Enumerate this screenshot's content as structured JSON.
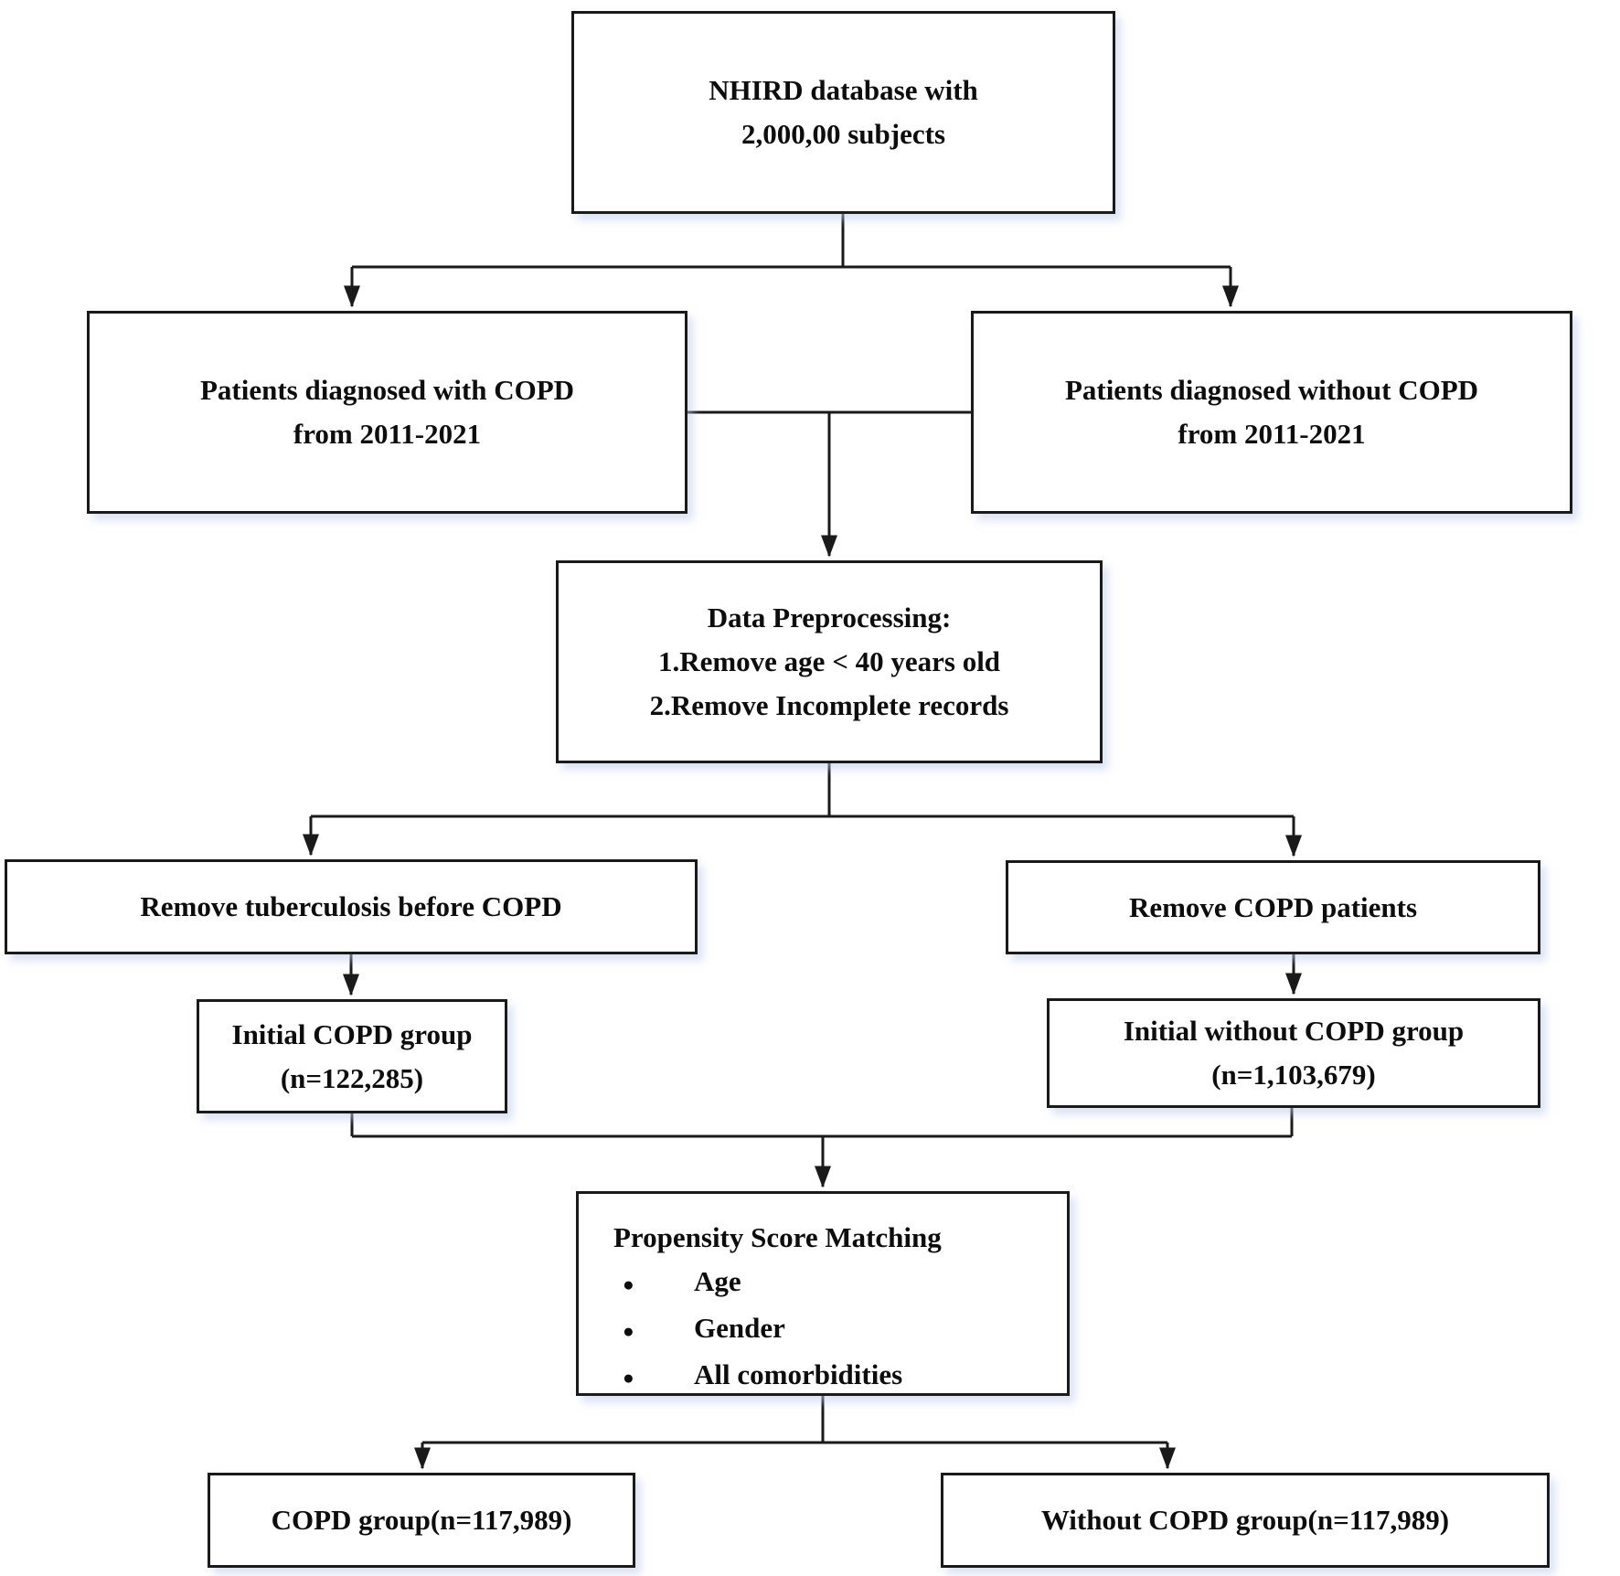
{
  "colors": {
    "line": "#1a1a1a",
    "text": "#0d0d0d",
    "box_background": "#ffffff",
    "page_background": "#ffffff"
  },
  "glyphs": {
    "bullet": "●"
  },
  "figure": {
    "type": "flowchart",
    "nodes": {
      "nhird": {
        "text": "NHIRD database with\n2,000,00 subjects"
      },
      "copd_diagnosed": {
        "text": "Patients diagnosed with COPD\nfrom 2011-2021"
      },
      "no_copd_diagnosed": {
        "text": "Patients diagnosed without COPD\nfrom 2011-2021"
      },
      "preprocessing": {
        "title": "Data Preprocessing:",
        "steps": [
          "1.Remove age < 40 years old",
          "2.Remove Incomplete records"
        ]
      },
      "remove_tb": {
        "text": "Remove tuberculosis before COPD"
      },
      "remove_copd": {
        "text": "Remove COPD patients"
      },
      "initial_copd": {
        "text": "Initial COPD group\n(n=122,285)"
      },
      "initial_no_copd": {
        "text": "Initial without COPD group\n(n=1,103,679)"
      },
      "psm": {
        "title": "Propensity Score Matching",
        "bullets": [
          "Age",
          "Gender",
          "All comorbidities"
        ]
      },
      "copd_group": {
        "text": "COPD group(n=117,989)"
      },
      "no_copd_group": {
        "text": "Without COPD group(n=117,989)"
      }
    },
    "edges": [
      {
        "from": "nhird",
        "to": "copd_diagnosed"
      },
      {
        "from": "nhird",
        "to": "no_copd_diagnosed"
      },
      {
        "from": "copd_diagnosed",
        "to": "preprocessing"
      },
      {
        "from": "no_copd_diagnosed",
        "to": "preprocessing"
      },
      {
        "from": "preprocessing",
        "to": "remove_tb"
      },
      {
        "from": "preprocessing",
        "to": "remove_copd"
      },
      {
        "from": "remove_tb",
        "to": "initial_copd"
      },
      {
        "from": "remove_copd",
        "to": "initial_no_copd"
      },
      {
        "from": "initial_copd",
        "to": "psm"
      },
      {
        "from": "initial_no_copd",
        "to": "psm"
      },
      {
        "from": "psm",
        "to": "copd_group"
      },
      {
        "from": "psm",
        "to": "no_copd_group"
      }
    ]
  }
}
